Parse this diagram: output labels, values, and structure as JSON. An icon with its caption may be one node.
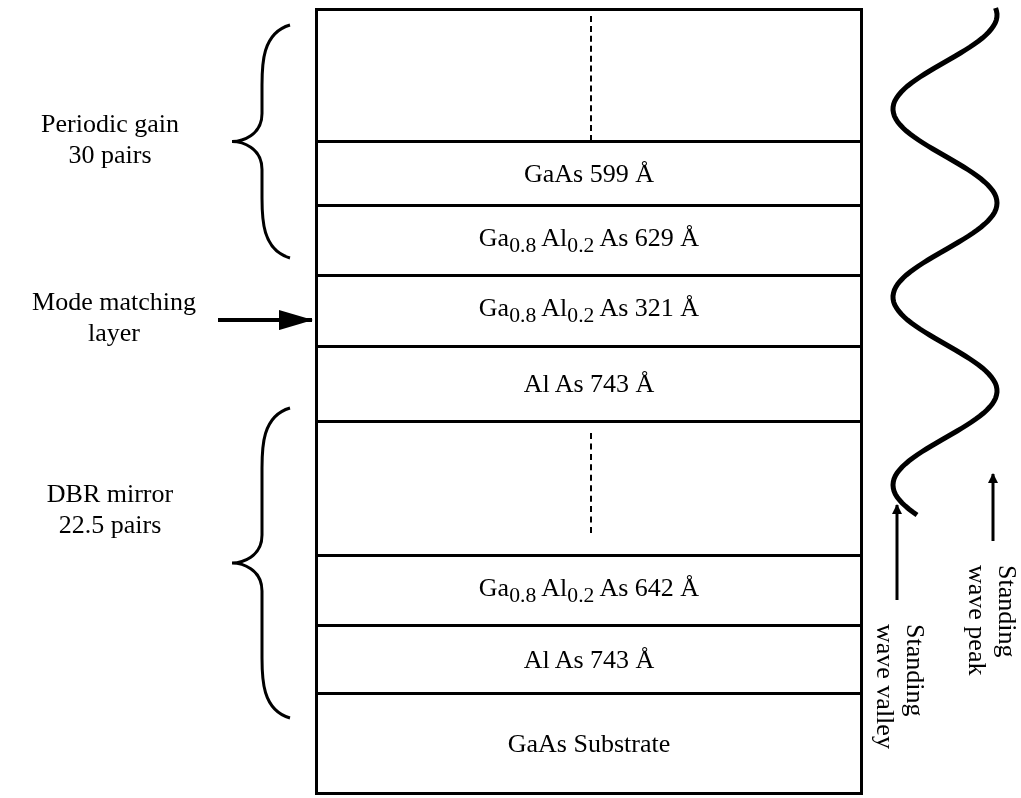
{
  "diagram": {
    "nodes": [
      {
        "text": [],
        "shape": "box"
      },
      {
        "text": [
          "GaAs 599 Å"
        ]
      },
      {
        "text": [
          "Ga$_{0.8}$ Al$_{0.2}$ As 629 Å"
        ]
      },
      {
        "text": [
          "Ga$_{0.8}$ Al$_{0.2}$ As 321 Å"
        ]
      },
      {
        "text": [
          "Al As 743 Å"
        ]
      },
      {
        "text": [],
        "shape": "box"
      },
      {
        "text": [
          "Ga$_{0.8}$ Al$_{0.2}$ As 642 Å"
        ]
      },
      {
        "text": [
          "Al As 743 Å"
        ]
      },
      {
        "text": [
          "GaAs Substrate"
        ]
      },
      {
        "text": [
          "Mode matching layer"
        ]
      },
      {
        "text": [
          "Standing wave valley"
        ]
      },
      {
        "text": [
          "Standing wave peak"
        ]
      }
    ],
    "edges": [
      {
        "from": 9,
        "to": 3,
        "arrow": "to"
      },
      {
        "from": 10,
        "to": null,
        "arrow": "to"
      },
      {
        "from": 11,
        "to": null,
        "arrow": "to"
      }
    ],
    "labels": [
      "Periodic gain 30 pairs",
      "DBR mirror 22.5 pairs"
    ]
  }
}
